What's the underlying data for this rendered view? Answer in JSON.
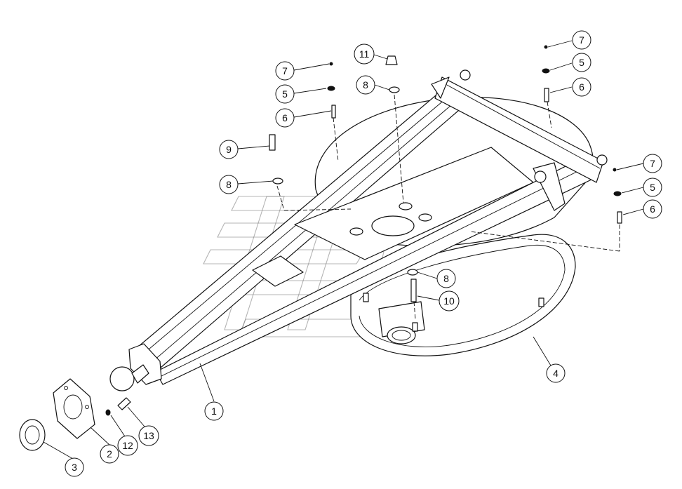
{
  "callouts": [
    {
      "id": "c1",
      "label": "1"
    },
    {
      "id": "c2",
      "label": "2"
    },
    {
      "id": "c3",
      "label": "3"
    },
    {
      "id": "c4",
      "label": "4"
    },
    {
      "id": "c5a",
      "label": "5"
    },
    {
      "id": "c5b",
      "label": "5"
    },
    {
      "id": "c5c",
      "label": "5"
    },
    {
      "id": "c6a",
      "label": "6"
    },
    {
      "id": "c6b",
      "label": "6"
    },
    {
      "id": "c6c",
      "label": "6"
    },
    {
      "id": "c7a",
      "label": "7"
    },
    {
      "id": "c7b",
      "label": "7"
    },
    {
      "id": "c7c",
      "label": "7"
    },
    {
      "id": "c8a",
      "label": "8"
    },
    {
      "id": "c8b",
      "label": "8"
    },
    {
      "id": "c8c",
      "label": "8"
    },
    {
      "id": "c9",
      "label": "9"
    },
    {
      "id": "c10",
      "label": "10"
    },
    {
      "id": "c11",
      "label": "11"
    },
    {
      "id": "c12",
      "label": "12"
    },
    {
      "id": "c13",
      "label": "13"
    }
  ]
}
